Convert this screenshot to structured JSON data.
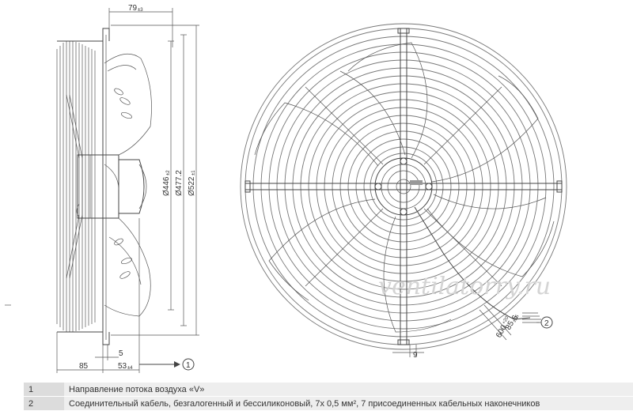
{
  "dimensions": {
    "depth_79": "79",
    "depth_79_tol": "±3",
    "dia_446": "Ø446",
    "dia_446_tol": "±2",
    "dia_477": "Ø477.2",
    "dia_522": "Ø522",
    "dia_522_tol": "±1",
    "dim_5": "5",
    "dim_53": "53",
    "dim_53_tol": "±4",
    "dim_85": "85",
    "dim_9": "9",
    "cable_6": "6",
    "cable_85": "85",
    "cable_85_tol": "±15",
    "cable_600": "600",
    "cable_600_tol": "+20"
  },
  "callouts": {
    "c1": "1",
    "c2": "2"
  },
  "watermark": "ventilatorry.ru",
  "legend": [
    {
      "num": "1",
      "text": "Направление потока воздуха «V»"
    },
    {
      "num": "2",
      "text": "Соединительный кабель, безгалогенный и бессиликоновый, 7x 0,5 мм², 7 присоединенных кабельных наконечников"
    }
  ]
}
